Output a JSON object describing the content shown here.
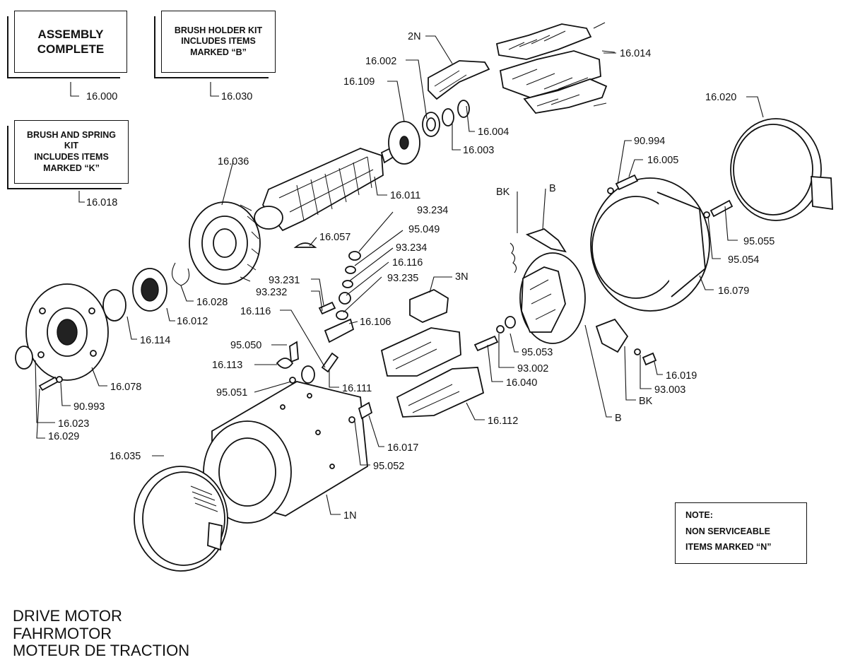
{
  "boxes": {
    "assembly": [
      "ASSEMBLY",
      "COMPLETE"
    ],
    "brush_holder": [
      "BRUSH HOLDER KIT",
      "INCLUDES ITEMS",
      "MARKED “B”"
    ],
    "brush_spring": [
      "BRUSH AND SPRING",
      "KIT",
      "INCLUDES ITEMS",
      "MARKED “K”"
    ]
  },
  "note": [
    "NOTE:",
    "NON SERVICEABLE",
    "ITEMS MARKED “N”"
  ],
  "title": [
    "DRIVE MOTOR",
    "FAHRMOTOR",
    "MOTEUR DE TRACTION"
  ],
  "part_labels": [
    "16.000",
    "16.030",
    "16.018",
    "2N",
    "16.014",
    "16.002",
    "16.109",
    "16.004",
    "16.003",
    "16.020",
    "16.036",
    "16.011",
    "90.994",
    "16.005",
    "BK",
    "B",
    "93.234",
    "95.049",
    "16.057",
    "93.234",
    "16.116",
    "93.235",
    "3N",
    "95.055",
    "95.054",
    "16.028",
    "93.231",
    "93.232",
    "16.116",
    "16.106",
    "16.079",
    "16.012",
    "16.114",
    "95.050",
    "95.053",
    "93.002",
    "16.040",
    "16.019",
    "93.003",
    "16.113",
    "16.111",
    "BK",
    "95.051",
    "16.078",
    "90.993",
    "16.112",
    "B",
    "16.023",
    "16.029",
    "16.017",
    "16.035",
    "95.052",
    "1N"
  ]
}
